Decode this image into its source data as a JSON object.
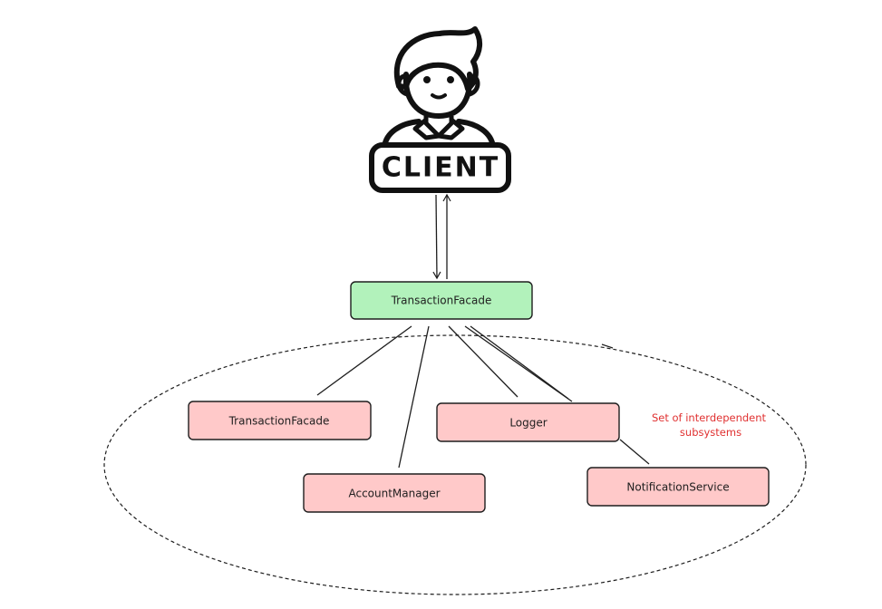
{
  "client": {
    "label": "CLIENT",
    "icon": "client-person-icon"
  },
  "facade": {
    "label": "TransactionFacade",
    "fill": "#b2f2bb"
  },
  "subsystems": {
    "fill": "#ffc9c9",
    "items": [
      {
        "label": "TransactionFacade"
      },
      {
        "label": "Logger"
      },
      {
        "label": "AccountManager"
      },
      {
        "label": "NotificationService"
      }
    ]
  },
  "note": {
    "line1": "Set of interdependent",
    "line2": "subsystems",
    "color": "#e03131"
  }
}
